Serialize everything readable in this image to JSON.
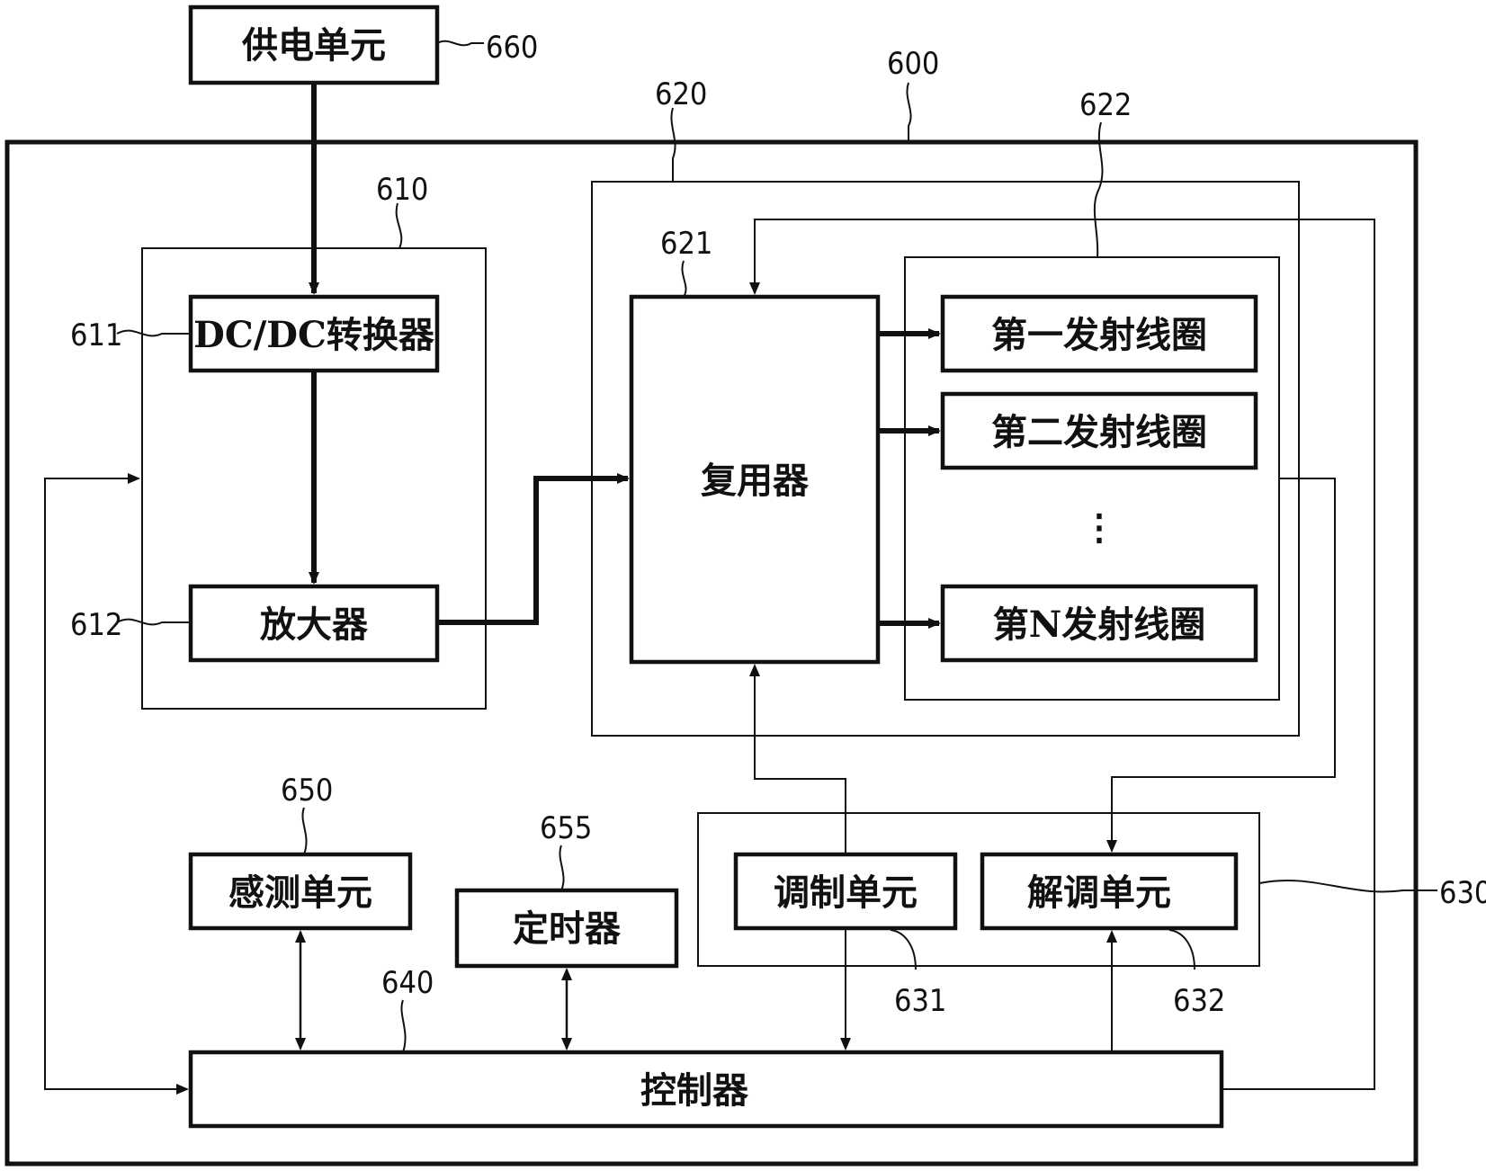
{
  "blocks": {
    "power_supply": "供电单元",
    "dcdc": "DC/DC转换器",
    "amplifier": "放大器",
    "multiplexer": "复用器",
    "coil_1": "第一发射线圈",
    "coil_2": "第二发射线圈",
    "coil_dots": "⋮",
    "coil_n": "第N发射线圈",
    "sensing": "感测单元",
    "timer": "定时器",
    "modulation": "调制单元",
    "demodulation": "解调单元",
    "controller": "控制器"
  },
  "refs": {
    "r600": "600",
    "r610": "610",
    "r611": "611",
    "r612": "612",
    "r620": "620",
    "r621": "621",
    "r622": "622",
    "r630": "630",
    "r631": "631",
    "r632": "632",
    "r640": "640",
    "r650": "650",
    "r655": "655",
    "r660": "660"
  }
}
